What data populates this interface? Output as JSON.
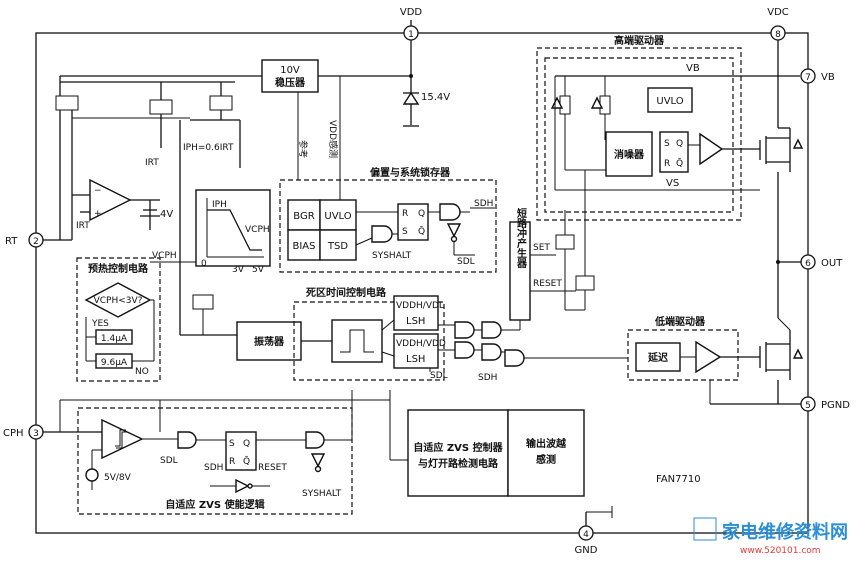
{
  "pins": {
    "p1": {
      "num": "1",
      "label": "VDD"
    },
    "p2": {
      "num": "2",
      "label": "RT"
    },
    "p3": {
      "num": "3",
      "label": "CPH"
    },
    "p4": {
      "num": "4",
      "label": "GND"
    },
    "p5": {
      "num": "5",
      "label": "PGND"
    },
    "p6": {
      "num": "6",
      "label": "OUT"
    },
    "p7": {
      "num": "7",
      "label": "VB"
    },
    "p8": {
      "num": "8",
      "label": "VDC"
    }
  },
  "blocks": {
    "regulator": {
      "line1": "10V",
      "line2": "稳压器"
    },
    "zener_label": "15.4V",
    "ref_label": "参考",
    "vdd_sense_label": "VDD感测",
    "bias_block": {
      "title": "偏置与系统锁存器",
      "bgr": "BGR",
      "uvlo": "UVLO",
      "bias": "BIAS",
      "tsd": "TSD",
      "latch_s": "S",
      "latch_r": "R",
      "latch_q": "Q",
      "latch_qbar": "Q̄",
      "sdh": "SDH",
      "sdl": "SDL",
      "syshalt": "SYSHALT"
    },
    "iph_label": "IPH=0.6IRT",
    "irt_label": "IRT",
    "irt_label2": "IRT",
    "bias_4v": "4V",
    "vcph_label": "VCPH",
    "graph": {
      "y": "IPH",
      "x0": "0",
      "x1": "3V",
      "x2": "5V",
      "curve": "VCPH"
    },
    "preheat": {
      "title": "预热控制电路",
      "cond": "VCPH<3V?",
      "yes": "YES",
      "no": "NO",
      "i1": "1.4μA",
      "i2": "9.6μA"
    },
    "oscillator": "振荡器",
    "deadtime": {
      "title": "死区时间控制电路",
      "lsh1": "LSH",
      "lsh2": "LSH",
      "top1": "VDDH/VDL",
      "top2": "VDDH/VDD"
    },
    "sdl_label": "SDL",
    "sdh_label": "SDH",
    "pulse_gen": "短路冲产生器",
    "set_label": "SET",
    "reset_label": "RESET",
    "hs_driver": {
      "title": "高端驱动器",
      "vb": "VB",
      "uvlo": "UVLO",
      "filter": "消噪器",
      "s": "S",
      "r": "R",
      "q": "Q",
      "qbar": "Q̄",
      "vs": "VS"
    },
    "ls_driver": {
      "title": "低端驱动器",
      "delay": "延迟"
    },
    "zvs_logic": {
      "title": "自适应 ZVS 使能逻辑",
      "src": "5V/8V",
      "sdl": "SDL",
      "sdh": "SDH",
      "s": "S",
      "r": "R",
      "q": "Q",
      "qbar": "Q̄",
      "reset": "RESET",
      "syshalt": "SYSHALT"
    },
    "zvs_ctrl": {
      "line1": "自适应 ZVS 控制器",
      "line2": "与灯开路检测电路"
    },
    "out_sense": {
      "line1": "输出波越",
      "line2": "感测"
    },
    "chip_name": "FAN7710"
  },
  "watermark": {
    "text": "家电维修资料网",
    "url": "www.520101.com"
  }
}
